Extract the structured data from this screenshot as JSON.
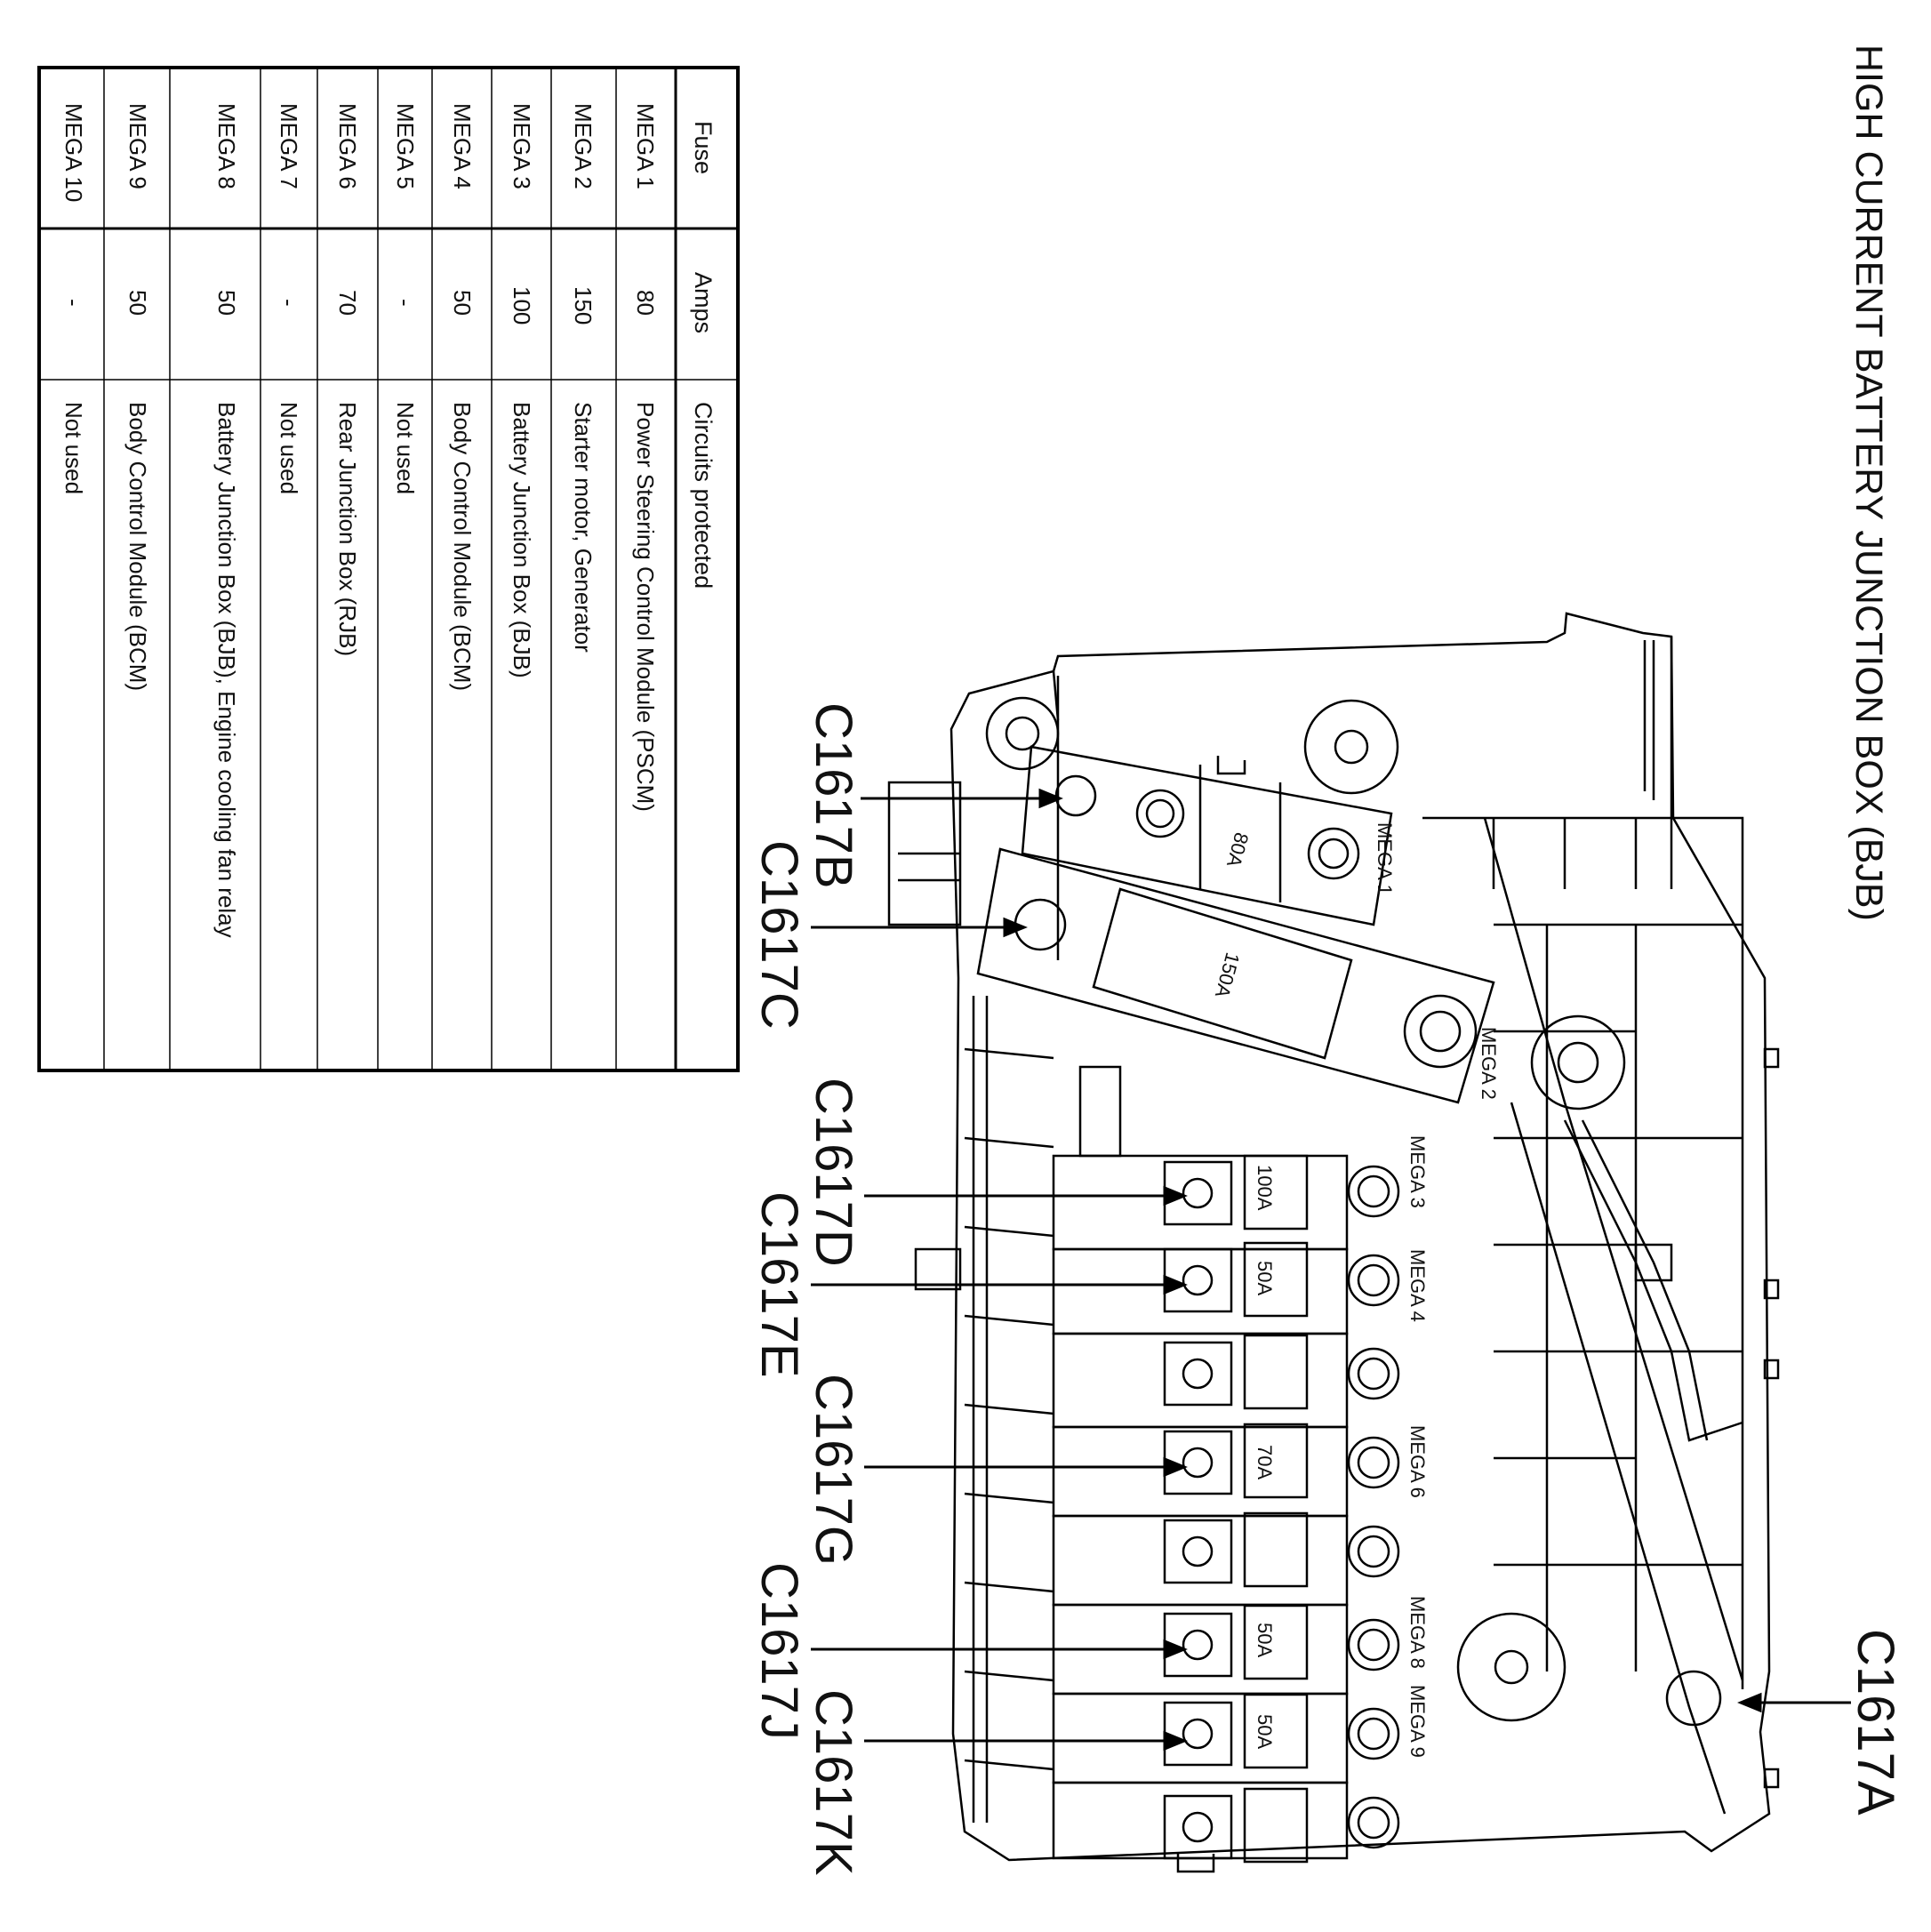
{
  "title": "HIGH CURRENT BATTERY JUNCTION BOX (BJB)",
  "table": {
    "headers": [
      "Fuse",
      "Amps",
      "Circuits protected"
    ],
    "rows": [
      [
        "MEGA 1",
        "80",
        "Power Steering Control Module (PSCM)"
      ],
      [
        "MEGA 2",
        "150",
        "Starter motor, Generator"
      ],
      [
        "MEGA 3",
        "100",
        "Battery Junction Box (BJB)"
      ],
      [
        "MEGA 4",
        "50",
        "Body Control Module (BCM)"
      ],
      [
        "MEGA 5",
        "-",
        "Not used"
      ],
      [
        "MEGA 6",
        "70",
        "Rear Junction Box (RJB)"
      ],
      [
        "MEGA 7",
        "-",
        "Not used"
      ],
      [
        "MEGA 8",
        "50",
        "Battery Junction Box (BJB), Engine cooling fan relay"
      ],
      [
        "MEGA 9",
        "50",
        "Body Control Module (BCM)"
      ],
      [
        "MEGA 10",
        "-",
        "Not used"
      ]
    ]
  },
  "connectors": {
    "c1617a": "C1617A",
    "c1617b": "C1617B",
    "c1617c": "C1617C",
    "c1617d": "C1617D",
    "c1617e": "C1617E",
    "c1617g": "C1617G",
    "c1617j": "C1617J",
    "c1617k": "C1617K"
  },
  "diagram": {
    "mega1": "MEGA 1",
    "mega2": "MEGA 2",
    "mega3": "MEGA 3",
    "mega4": "MEGA 4",
    "mega6": "MEGA 6",
    "mega8": "MEGA 8",
    "mega9": "MEGA 9",
    "f80": "80A",
    "f150": "150A",
    "f100": "100A",
    "f50a": "50A",
    "f70": "70A",
    "f50b": "50A",
    "f50c": "50A"
  }
}
